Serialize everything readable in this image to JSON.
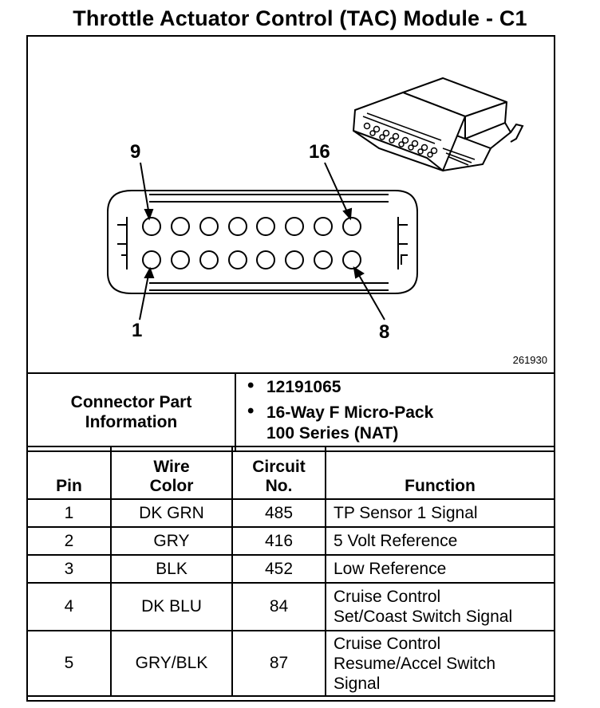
{
  "title": "Throttle Actuator Control (TAC) Module - C1",
  "figure_id": "261930",
  "pin_callouts": {
    "top_left": "9",
    "top_right": "16",
    "bottom_left": "1",
    "bottom_right": "8"
  },
  "connector_part": {
    "label_line1": "Connector Part",
    "label_line2": "Information",
    "part_number": "12191065",
    "description_line1": "16-Way F Micro-Pack",
    "description_line2": "100 Series (NAT)"
  },
  "pin_table": {
    "headers": {
      "pin": "Pin",
      "wire_color_line1": "Wire",
      "wire_color_line2": "Color",
      "circuit_line1": "Circuit",
      "circuit_line2": "No.",
      "function": "Function"
    },
    "rows": [
      {
        "pin": "1",
        "wire": "DK GRN",
        "circuit": "485",
        "function": [
          "TP Sensor 1 Signal"
        ]
      },
      {
        "pin": "2",
        "wire": "GRY",
        "circuit": "416",
        "function": [
          "5 Volt Reference"
        ]
      },
      {
        "pin": "3",
        "wire": "BLK",
        "circuit": "452",
        "function": [
          "Low Reference"
        ]
      },
      {
        "pin": "4",
        "wire": "DK BLU",
        "circuit": "84",
        "function": [
          "Cruise Control",
          "Set/Coast Switch Signal"
        ]
      },
      {
        "pin": "5",
        "wire": "GRY/BLK",
        "circuit": "87",
        "function": [
          "Cruise Control",
          "Resume/Accel Switch",
          "Signal"
        ]
      }
    ]
  }
}
